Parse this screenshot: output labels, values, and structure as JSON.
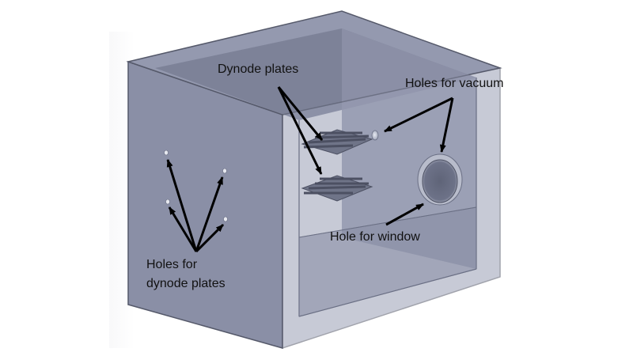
{
  "labels": {
    "dynode_plates": "Dynode plates",
    "holes_for_vacuum": "Holes for vacuum",
    "hole_for_window": "Hole for window",
    "holes_for_dynode_plates_line1": "Holes for",
    "holes_for_dynode_plates_line2": "dynode plates"
  },
  "colors": {
    "background": "#ffffff",
    "box_front": "#8a8fa6",
    "box_right": "#9a9fb5",
    "box_top": "#9499af",
    "box_interior": "#7d8298",
    "outline": "#55596a",
    "arrow": "#000000",
    "label": "#111111"
  }
}
